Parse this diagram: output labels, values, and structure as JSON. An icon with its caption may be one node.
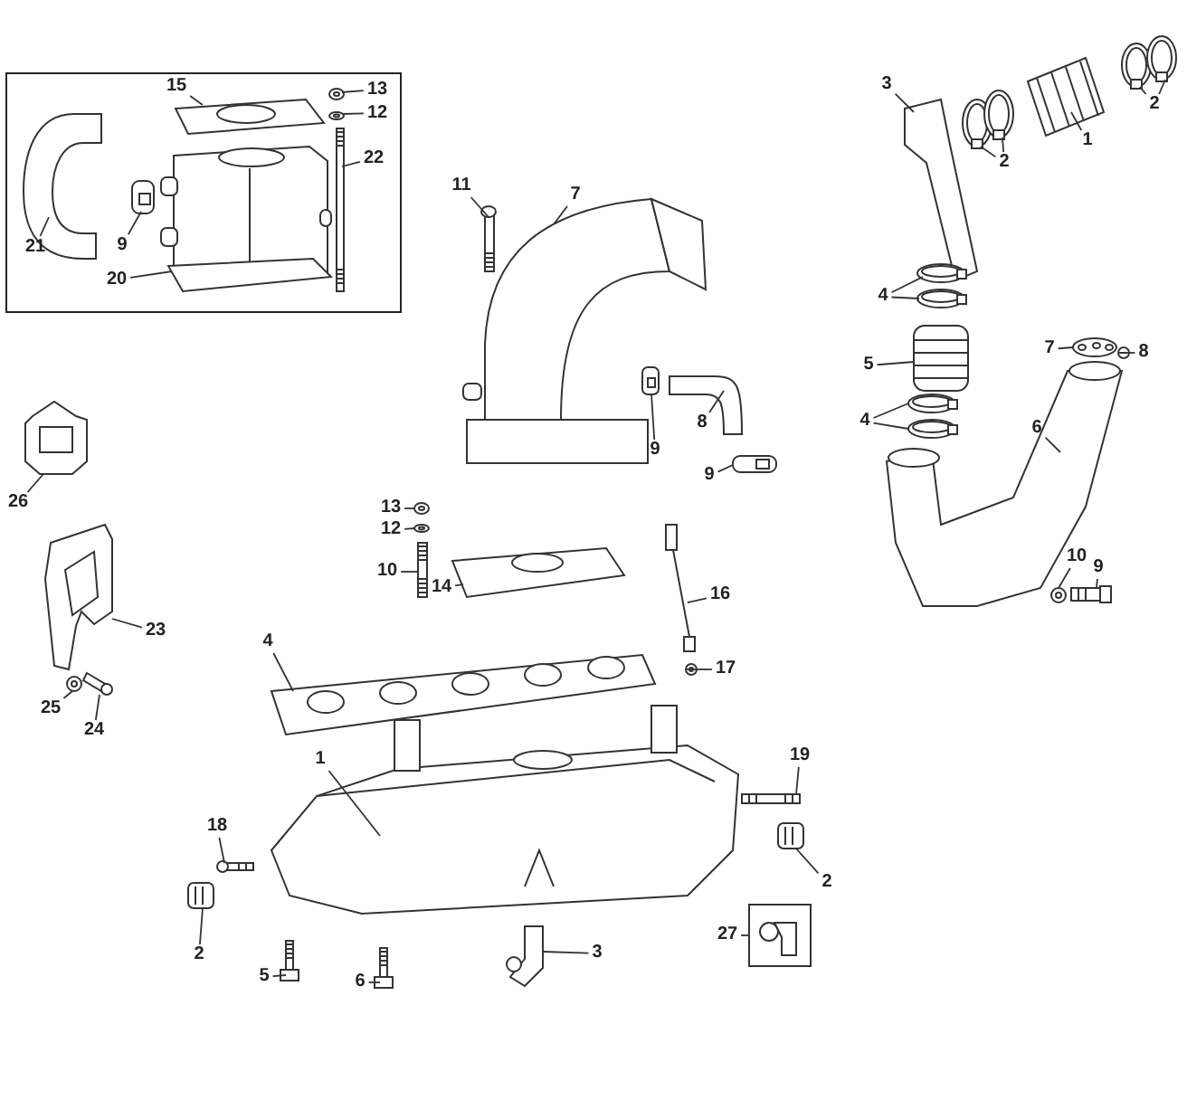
{
  "diagram": {
    "nodes": [
      {
        "text": [],
        "shape": "box"
      },
      {
        "text": [
          "15"
        ],
        "in": 0
      },
      {
        "text": [
          "13"
        ],
        "in": 0
      },
      {
        "text": [
          "12"
        ],
        "in": 0
      },
      {
        "text": [
          "22"
        ],
        "in": 0
      },
      {
        "text": [
          "21"
        ],
        "in": 0
      },
      {
        "text": [
          "9"
        ],
        "in": 0
      },
      {
        "text": [
          "20"
        ],
        "in": 0
      },
      {
        "text": [
          "11"
        ]
      },
      {
        "text": [
          "7"
        ]
      },
      {
        "text": [
          "3"
        ]
      },
      {
        "text": [
          "2"
        ]
      },
      {
        "text": [
          "2"
        ]
      },
      {
        "text": [
          "1"
        ]
      },
      {
        "text": [
          "4"
        ]
      },
      {
        "text": [
          "5"
        ]
      },
      {
        "text": [
          "7"
        ]
      },
      {
        "text": [
          "8"
        ]
      },
      {
        "text": [
          "4"
        ]
      },
      {
        "text": [
          "6"
        ]
      },
      {
        "text": [
          "10"
        ]
      },
      {
        "text": [
          "9"
        ]
      },
      {
        "text": [
          "26"
        ]
      },
      {
        "text": [
          "8"
        ]
      },
      {
        "text": [
          "9"
        ]
      },
      {
        "text": [
          "9"
        ]
      },
      {
        "text": [
          "13"
        ]
      },
      {
        "text": [
          "12"
        ]
      },
      {
        "text": [
          "10"
        ]
      },
      {
        "text": [
          "14"
        ]
      },
      {
        "text": [
          "16"
        ]
      },
      {
        "text": [
          "23"
        ]
      },
      {
        "text": [
          "4"
        ]
      },
      {
        "text": [
          "17"
        ]
      },
      {
        "text": [
          "25"
        ]
      },
      {
        "text": [
          "24"
        ]
      },
      {
        "text": [
          "1"
        ]
      },
      {
        "text": [
          "19"
        ]
      },
      {
        "text": [
          "18"
        ]
      },
      {
        "text": [
          "2"
        ]
      },
      {
        "text": [
          "2"
        ]
      },
      {
        "text": [
          "27"
        ]
      },
      {
        "text": [
          "5"
        ]
      },
      {
        "text": [
          "6"
        ]
      },
      {
        "text": [
          "3"
        ]
      },
      {
        "text": [],
        "shape": "picture",
        "in": 0
      },
      {
        "text": [],
        "shape": "picture",
        "in": 0
      },
      {
        "text": [],
        "shape": "picture",
        "in": 0
      },
      {
        "text": [],
        "shape": "picture",
        "in": 0
      },
      {
        "text": [],
        "shape": "picture",
        "in": 0
      },
      {
        "text": [],
        "shape": "picture",
        "in": 0
      },
      {
        "text": [],
        "shape": "picture",
        "in": 0
      },
      {
        "text": [],
        "shape": "picture"
      },
      {
        "text": [],
        "shape": "picture"
      },
      {
        "text": [],
        "shape": "picture"
      },
      {
        "text": [],
        "shape": "picture"
      },
      {
        "text": [],
        "shape": "picture"
      },
      {
        "text": [],
        "shape": "picture"
      },
      {
        "text": [],
        "shape": "picture"
      },
      {
        "text": [],
        "shape": "picture"
      },
      {
        "text": [],
        "shape": "picture"
      },
      {
        "text": [],
        "shape": "picture"
      },
      {
        "text": [],
        "shape": "picture"
      },
      {
        "text": [],
        "shape": "picture"
      },
      {
        "text": [],
        "shape": "picture"
      },
      {
        "text": [],
        "shape": "picture"
      },
      {
        "text": [],
        "shape": "picture"
      },
      {
        "text": [],
        "shape": "picture"
      },
      {
        "text": [],
        "shape": "picture"
      },
      {
        "text": [],
        "shape": "picture"
      },
      {
        "text": [],
        "shape": "picture"
      },
      {
        "text": [],
        "shape": "picture"
      },
      {
        "text": [],
        "shape": "picture"
      },
      {
        "text": [],
        "shape": "picture"
      },
      {
        "text": [],
        "shape": "picture"
      },
      {
        "text": [],
        "shape": "picture"
      },
      {
        "text": [],
        "shape": "picture"
      },
      {
        "text": [],
        "shape": "picture"
      },
      {
        "text": [],
        "shape": "picture"
      },
      {
        "text": [],
        "shape": "picture"
      },
      {
        "text": [],
        "shape": "picture"
      },
      {
        "text": [],
        "shape": "picture"
      },
      {
        "text": [],
        "shape": "picture"
      },
      {
        "text": [],
        "shape": "picture"
      },
      {
        "text": [],
        "shape": "picture"
      },
      {
        "text": [],
        "shape": "picture"
      },
      {
        "text": [],
        "shape": "picture"
      },
      {
        "text": [],
        "shape": "picture"
      },
      {
        "text": [],
        "shape": "picture"
      },
      {
        "text": [],
        "shape": "picture"
      },
      {
        "text": [],
        "shape": "picture"
      },
      {
        "text": [],
        "shape": "picture"
      },
      {
        "text": [],
        "shape": "picture"
      }
    ],
    "edges": [
      {
        "from": 1,
        "to": 45,
        "arrow": "none"
      },
      {
        "from": 2,
        "to": 46,
        "arrow": "none"
      },
      {
        "from": 3,
        "to": 47,
        "arrow": "none"
      },
      {
        "from": 4,
        "to": 48,
        "arrow": "none"
      },
      {
        "from": 5,
        "to": 49,
        "arrow": "none"
      },
      {
        "from": 6,
        "to": 50,
        "arrow": "none"
      },
      {
        "from": 7,
        "to": 51,
        "arrow": "none"
      },
      {
        "from": 8,
        "to": 52,
        "arrow": "none"
      },
      {
        "from": 9,
        "to": 53,
        "arrow": "none"
      },
      {
        "from": 10,
        "to": 54,
        "arrow": "none"
      },
      {
        "from": 11,
        "to": 55,
        "arrow": "none"
      },
      {
        "from": 11,
        "to": 56,
        "arrow": "none"
      },
      {
        "from": 12,
        "to": 57,
        "arrow": "none"
      },
      {
        "from": 12,
        "to": 58,
        "arrow": "none"
      },
      {
        "from": 13,
        "to": 59,
        "arrow": "none"
      },
      {
        "from": 14,
        "to": 60,
        "arrow": "none"
      },
      {
        "from": 14,
        "to": 61,
        "arrow": "none"
      },
      {
        "from": 15,
        "to": 62,
        "arrow": "none"
      },
      {
        "from": 16,
        "to": 63,
        "arrow": "none"
      },
      {
        "from": 17,
        "to": 64,
        "arrow": "none"
      },
      {
        "from": 18,
        "to": 65,
        "arrow": "none"
      },
      {
        "from": 18,
        "to": 66,
        "arrow": "none"
      },
      {
        "from": 19,
        "to": 67,
        "arrow": "none"
      },
      {
        "from": 20,
        "to": 68,
        "arrow": "none"
      },
      {
        "from": 21,
        "to": 69,
        "arrow": "none"
      },
      {
        "from": 22,
        "to": 70,
        "arrow": "none"
      },
      {
        "from": 23,
        "to": 71,
        "arrow": "none"
      },
      {
        "from": 24,
        "to": 72,
        "arrow": "none"
      },
      {
        "from": 25,
        "to": 73,
        "arrow": "none"
      },
      {
        "from": 26,
        "to": 74,
        "arrow": "none"
      },
      {
        "from": 27,
        "to": 75,
        "arrow": "none"
      },
      {
        "from": 28,
        "to": 76,
        "arrow": "none"
      },
      {
        "from": 29,
        "to": 77,
        "arrow": "none"
      },
      {
        "from": 30,
        "to": 78,
        "arrow": "none"
      },
      {
        "from": 31,
        "to": 79,
        "arrow": "none"
      },
      {
        "from": 32,
        "to": 80,
        "arrow": "none"
      },
      {
        "from": 33,
        "to": 81,
        "arrow": "none"
      },
      {
        "from": 34,
        "to": 82,
        "arrow": "none"
      },
      {
        "from": 35,
        "to": 83,
        "arrow": "none"
      },
      {
        "from": 36,
        "to": 84,
        "arrow": "none"
      },
      {
        "from": 37,
        "to": 85,
        "arrow": "none"
      },
      {
        "from": 38,
        "to": 86,
        "arrow": "none"
      },
      {
        "from": 39,
        "to": 87,
        "arrow": "none"
      },
      {
        "from": 40,
        "to": 88,
        "arrow": "none"
      },
      {
        "from": 41,
        "to": 89,
        "arrow": "none"
      },
      {
        "from": 42,
        "to": 90,
        "arrow": "none"
      },
      {
        "from": 43,
        "to": 91,
        "arrow": "none"
      },
      {
        "from": 44,
        "to": 92,
        "arrow": "none"
      }
    ]
  }
}
